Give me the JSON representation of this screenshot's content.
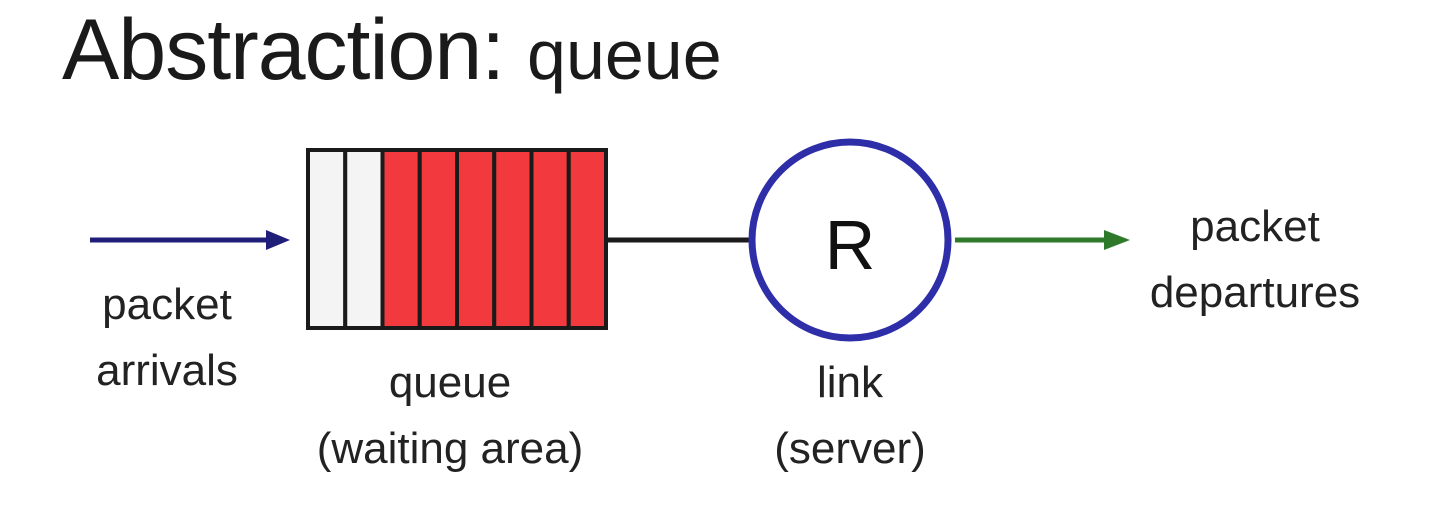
{
  "title": {
    "main": "Abstraction",
    "separator": ": ",
    "sub": "queue"
  },
  "diagram": {
    "arrival_label": [
      "packet",
      "arrivals"
    ],
    "queue_label": [
      "queue",
      "(waiting area)"
    ],
    "server_letter": "R",
    "server_label": [
      "link",
      "(server)"
    ],
    "departure_label": [
      "packet",
      "departures"
    ],
    "queue": {
      "total_slots": 8,
      "empty_slots": 2,
      "filled_slots": 6
    },
    "colors": {
      "filled_packet": "#f2393d",
      "empty_slot": "#f4f4f4",
      "queue_border": "#1a1a1a",
      "server_ring": "#2e2ea8",
      "arrival_arrow": "#1f1f7a",
      "departure_arrow": "#2f7a2a",
      "link_line": "#1a1a1a"
    }
  }
}
